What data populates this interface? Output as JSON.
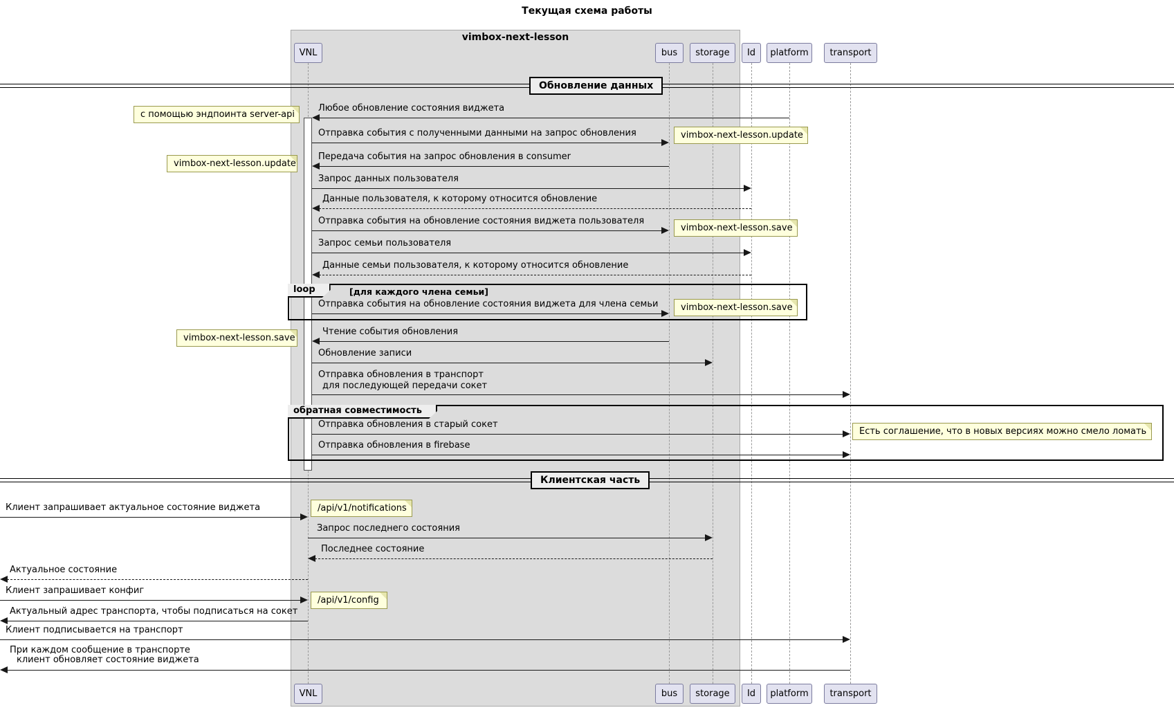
{
  "title": "Текущая схема работы",
  "box": {
    "label": "vimbox-next-lesson"
  },
  "participants": [
    {
      "label": "VNL"
    },
    {
      "label": "bus"
    },
    {
      "label": "storage"
    },
    {
      "label": "Id"
    },
    {
      "label": "platform"
    },
    {
      "label": "transport"
    }
  ],
  "dividers": [
    {
      "label": "Обновление данных"
    },
    {
      "label": "Клиентская часть"
    }
  ],
  "frames": [
    {
      "type": "loop",
      "label": "loop",
      "condition": "[для каждого члена семьи]"
    },
    {
      "type": "group",
      "label": "обратная совместимость"
    }
  ],
  "notes": [
    {
      "text": "с помощью эндпоинта server-api",
      "position": "left of VNL"
    },
    {
      "text": "vimbox-next-lesson.update",
      "position": "right of bus"
    },
    {
      "text": "vimbox-next-lesson.update",
      "position": "left of VNL"
    },
    {
      "text": "vimbox-next-lesson.save",
      "position": "right of bus"
    },
    {
      "text": "vimbox-next-lesson.save",
      "position": "right of bus"
    },
    {
      "text": "vimbox-next-lesson.save",
      "position": "left of VNL"
    },
    {
      "text": "Есть соглашение, что в новых версиях можно смело ломать",
      "position": "right of transport"
    },
    {
      "text": "/api/v1/notifications",
      "position": "right of VNL"
    },
    {
      "text": "/api/v1/config",
      "position": "right of VNL"
    }
  ],
  "messages": [
    {
      "text": "Любое обновление состояния виджета",
      "from": "platform",
      "to": "VNL",
      "kind": "solid"
    },
    {
      "text": "Отправка события с полученными данными на запрос обновления",
      "from": "VNL",
      "to": "bus",
      "kind": "solid"
    },
    {
      "text": "Передача события на запрос обновления в consumer",
      "from": "bus",
      "to": "VNL",
      "kind": "solid"
    },
    {
      "text": "Запрос данных пользователя",
      "from": "VNL",
      "to": "Id",
      "kind": "solid"
    },
    {
      "text": "Данные пользователя, к которому относится обновление",
      "from": "Id",
      "to": "VNL",
      "kind": "dashed"
    },
    {
      "text": "Отправка события на обновление состояния виджета пользователя",
      "from": "VNL",
      "to": "bus",
      "kind": "solid"
    },
    {
      "text": "Запрос семьи пользователя",
      "from": "VNL",
      "to": "Id",
      "kind": "solid"
    },
    {
      "text": "Данные семьи пользователя, к которому относится обновление",
      "from": "Id",
      "to": "VNL",
      "kind": "dashed"
    },
    {
      "text": "Отправка события на обновление состояния виджета для члена семьи",
      "from": "VNL",
      "to": "bus",
      "kind": "solid"
    },
    {
      "text": "Чтение события обновления",
      "from": "bus",
      "to": "VNL",
      "kind": "solid"
    },
    {
      "text": "Обновление записи",
      "from": "VNL",
      "to": "storage",
      "kind": "solid"
    },
    {
      "text": "Отправка обновления в транспорт",
      "text2": "для последующей передачи сокет",
      "from": "VNL",
      "to": "transport",
      "kind": "solid"
    },
    {
      "text": "Отправка обновления в старый сокет",
      "from": "VNL",
      "to": "transport",
      "kind": "solid"
    },
    {
      "text": "Отправка обновления в firebase",
      "from": "VNL",
      "to": "transport",
      "kind": "solid"
    },
    {
      "text": "Клиент запрашивает актуальное состояние виджета",
      "from": "client",
      "to": "VNL",
      "kind": "solid"
    },
    {
      "text": "Запрос последнего состояния",
      "from": "VNL",
      "to": "storage",
      "kind": "solid"
    },
    {
      "text": "Последнее состояние",
      "from": "storage",
      "to": "VNL",
      "kind": "dashed"
    },
    {
      "text": "Актуальное состояние",
      "from": "VNL",
      "to": "client",
      "kind": "dashed"
    },
    {
      "text": "Клиент запрашивает конфиг",
      "from": "client",
      "to": "VNL",
      "kind": "solid"
    },
    {
      "text": "Актуальный адрес транспорта, чтобы подписаться на сокет",
      "from": "VNL",
      "to": "client",
      "kind": "solid"
    },
    {
      "text": "Клиент подписывается на транспорт",
      "from": "client",
      "to": "transport",
      "kind": "solid"
    },
    {
      "text": "При каждом сообщение в транспорте",
      "text2": "клиент обновляет состояние виджета",
      "from": "transport",
      "to": "client",
      "kind": "solid"
    }
  ],
  "colors": {
    "system_box_fill": "#dcdcdc",
    "participant_fill": "#e2e2f0",
    "participant_border": "#7b7b9e",
    "note_fill": "#feffdd",
    "line": "#181818",
    "frame_border": "#000000",
    "divider_fill": "#eeeeee"
  }
}
